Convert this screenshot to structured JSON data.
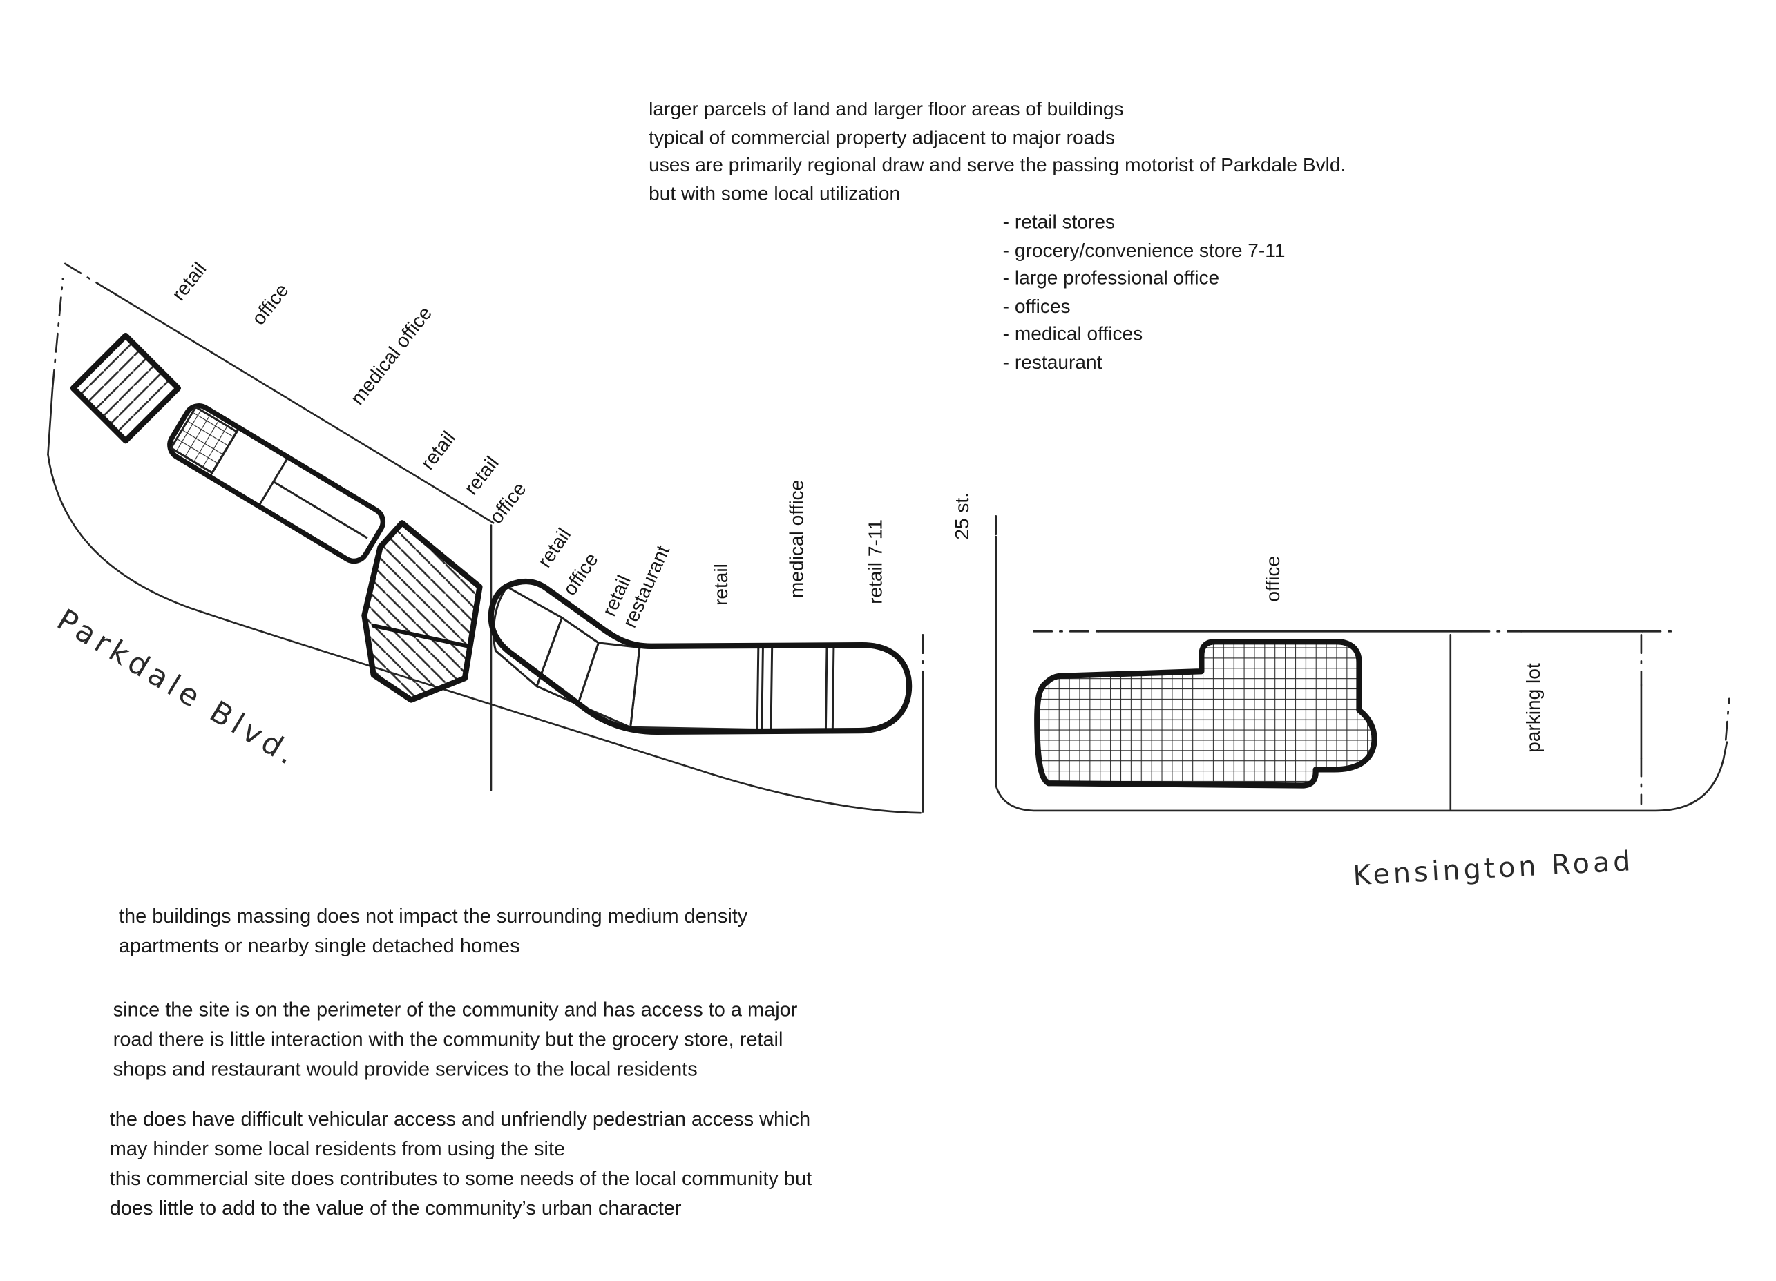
{
  "header": {
    "lines": [
      "larger parcels of land and larger floor areas of buildings",
      "typical of commercial property adjacent to major roads",
      "uses are primarily regional draw and serve the passing motorist of Parkdale Bvld.",
      "but with some local utilization"
    ]
  },
  "uses": {
    "items": [
      "- retail stores",
      "- grocery/convenience store 7-11",
      "- large professional office",
      "- offices",
      "- medical offices",
      "- restaurant"
    ]
  },
  "plan": {
    "labels": {
      "l1": "retail",
      "l2": "office",
      "l3": "medical office",
      "l4": "retail",
      "l5": "retail",
      "l6": "office",
      "l7": "retail",
      "l8": "office",
      "l9": "retail",
      "l10": "restaurant",
      "l11": "retail",
      "l12": "medical office",
      "l13": "retail 7-11",
      "street": "25 st.",
      "office_right": "office",
      "parking_lot": "parking lot"
    },
    "roads": {
      "parkdale": "Parkdale Blvd.",
      "kensington": "Kensington Road"
    },
    "ink_color": "#1a1a1a"
  },
  "notes": {
    "p1": [
      "the buildings massing does not impact the surrounding medium density",
      "apartments or nearby single detached homes"
    ],
    "p2": [
      "since the site is on the perimeter of the community and has access to a major",
      "road there is little interaction with the community but the grocery store, retail",
      "shops and restaurant would provide services to the local residents"
    ],
    "p3": [
      "the does have difficult vehicular access and unfriendly pedestrian access which",
      "may hinder some local residents from using the site",
      "this commercial site does contributes to some needs of the local community but",
      "does little to add to the value of the community’s urban character"
    ]
  }
}
